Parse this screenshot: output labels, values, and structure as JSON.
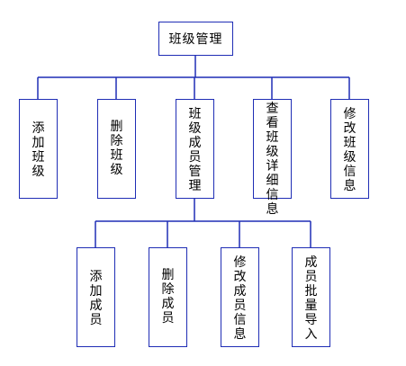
{
  "colors": {
    "line": "#1f2db5",
    "box_border": "#1f2db5",
    "text": "#000000",
    "background": "#ffffff"
  },
  "root": {
    "label": "班级管理"
  },
  "level1": [
    {
      "label": "添加班级"
    },
    {
      "label": "删除班级"
    },
    {
      "label": "班级成员管理"
    },
    {
      "label": "查看班级详细信息"
    },
    {
      "label": "修改班级信息"
    }
  ],
  "level2": [
    {
      "label": "添加成员"
    },
    {
      "label": "删除成员"
    },
    {
      "label": "修改成员信息"
    },
    {
      "label": "成员批量导入"
    }
  ]
}
